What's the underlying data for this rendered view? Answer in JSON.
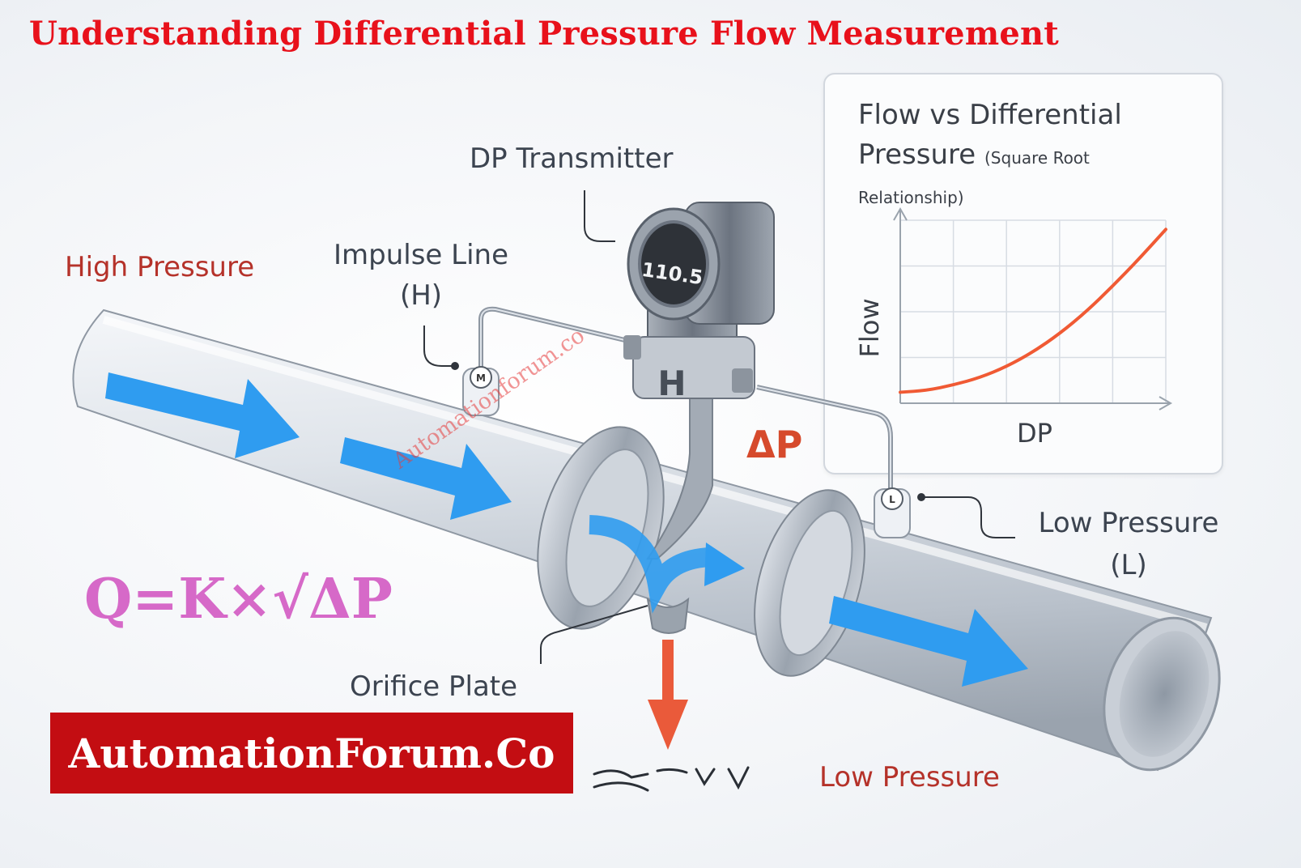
{
  "title": "Understanding Differential Pressure Flow Measurement",
  "labels": {
    "dp_transmitter": "DP Transmitter",
    "display_value": "110.5",
    "body_letter": "H",
    "impulse_line": "Impulse Line",
    "impulse_line_tag": "(H)",
    "high_pressure": "High Pressure",
    "delta_p": "ΔP",
    "tap_high": "M",
    "tap_low": "L",
    "low_pressure_tap": "Low Pressure",
    "low_pressure_tap_tag": "(L)",
    "orifice_plate": "Orifice Plate",
    "low_pressure": "Low Pressure"
  },
  "formula": "Q=K×√ΔP",
  "brand": "AutomationForum.Co",
  "watermark": "Automationforum.co",
  "colors": {
    "title": "#e8111b",
    "flow_arrow": "#2f9cf0",
    "curve": "#f05a34",
    "formula": "#d669c8",
    "brand_bg": "#c30d12",
    "drain_arrow": "#ea5a3a"
  },
  "chart_data": {
    "type": "line",
    "title": "Flow vs Differential Pressure",
    "subtitle": "(Square Root Relationship)",
    "xlabel": "DP",
    "ylabel": "Flow",
    "grid": true,
    "series": [
      {
        "values": [
          [
            0,
            0.06
          ],
          [
            0.1,
            0.07
          ],
          [
            0.2,
            0.1
          ],
          [
            0.3,
            0.14
          ],
          [
            0.4,
            0.2
          ],
          [
            0.5,
            0.28
          ],
          [
            0.6,
            0.38
          ],
          [
            0.7,
            0.5
          ],
          [
            0.8,
            0.64
          ],
          [
            0.9,
            0.79
          ],
          [
            1.0,
            0.95
          ]
        ]
      }
    ],
    "xlim": [
      0,
      1
    ],
    "ylim": [
      0,
      1
    ]
  }
}
